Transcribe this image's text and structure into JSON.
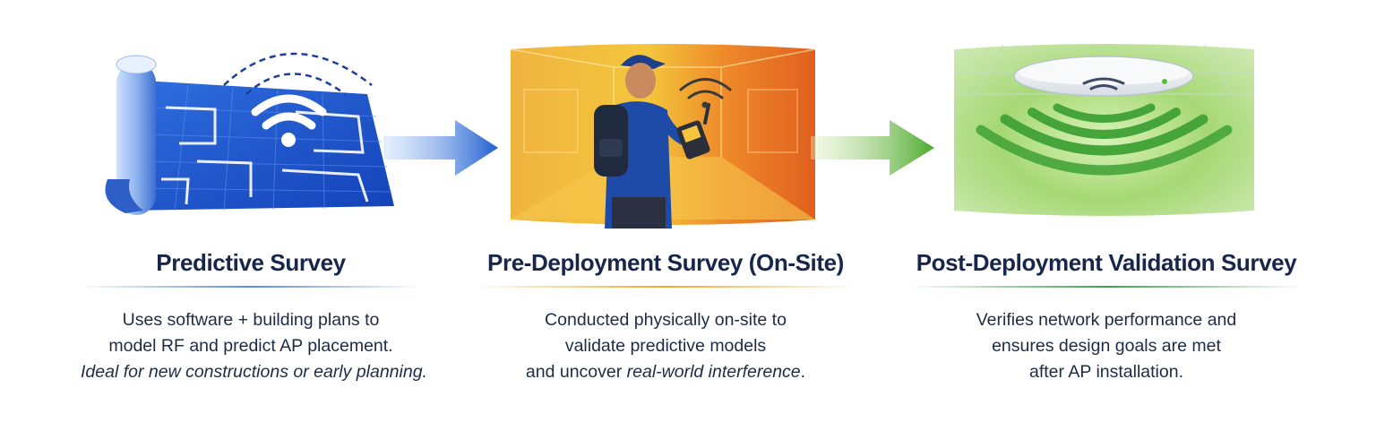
{
  "steps": [
    {
      "title": "Predictive Survey",
      "lines": [
        "Uses software + building plans to",
        "model RF and predict AP placement."
      ],
      "italic_line": "Ideal for new constructions or early planning.",
      "accent": "#1f5fd0"
    },
    {
      "title": "Pre-Deployment Survey (On-Site)",
      "lines": [
        "Conducted physically on-site to",
        "validate predictive models"
      ],
      "mixed_line_prefix": "and uncover ",
      "mixed_line_italic": "real-world interference",
      "mixed_line_suffix": ".",
      "accent": "#f0aa28"
    },
    {
      "title": "Post-Deployment Validation Survey",
      "lines": [
        "Verifies network performance and",
        "ensures design goals are met",
        "after AP installation."
      ],
      "accent": "#3fa04a"
    }
  ],
  "icons": {
    "step1": "blueprint-wifi-icon",
    "step2": "surveyor-with-device-icon",
    "step3": "ceiling-access-point-icon",
    "arrow1": "blue-arrow-icon",
    "arrow2": "green-arrow-icon"
  }
}
